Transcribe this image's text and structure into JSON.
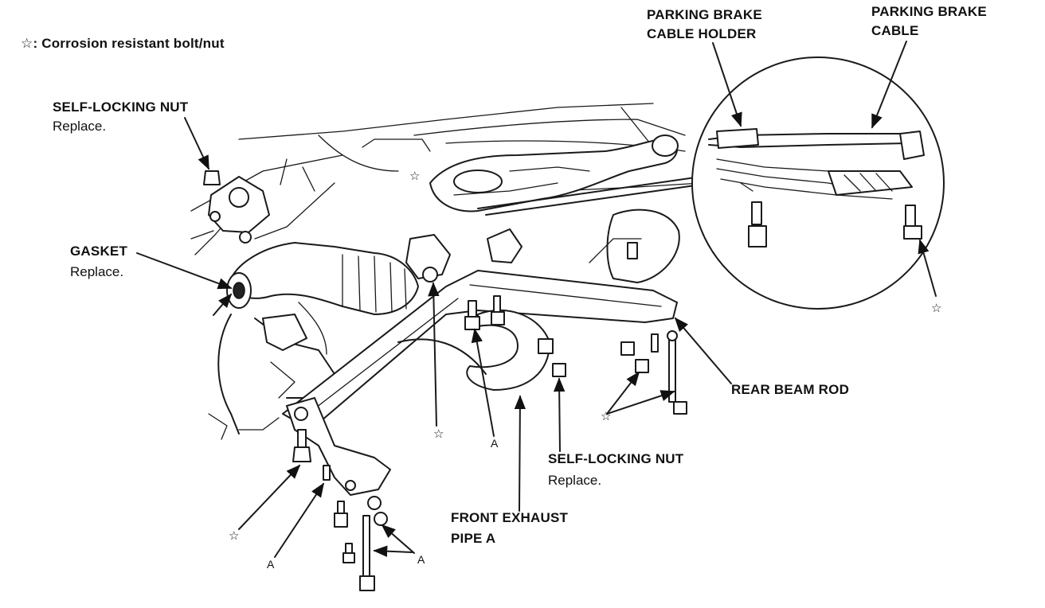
{
  "legend": {
    "symbol": "☆",
    "text": ": Corrosion resistant bolt/nut"
  },
  "labels": {
    "self_locking_nut_top": {
      "title": "SELF-LOCKING NUT",
      "note": "Replace."
    },
    "gasket": {
      "title": "GASKET",
      "note": "Replace."
    },
    "parking_brake_cable_holder": {
      "line1": "PARKING BRAKE",
      "line2": "CABLE HOLDER"
    },
    "parking_brake_cable": {
      "line1": "PARKING BRAKE",
      "line2": "CABLE"
    },
    "rear_beam_rod": {
      "title": "REAR BEAM ROD"
    },
    "self_locking_nut_bottom": {
      "title": "SELF-LOCKING NUT",
      "note": "Replace."
    },
    "front_exhaust_pipe": {
      "line1": "FRONT EXHAUST",
      "line2": "PIPE A"
    }
  },
  "markers": {
    "star": "☆",
    "letter_a": "A"
  },
  "colors": {
    "ink": "#1a1a1a",
    "paper": "#ffffff"
  }
}
